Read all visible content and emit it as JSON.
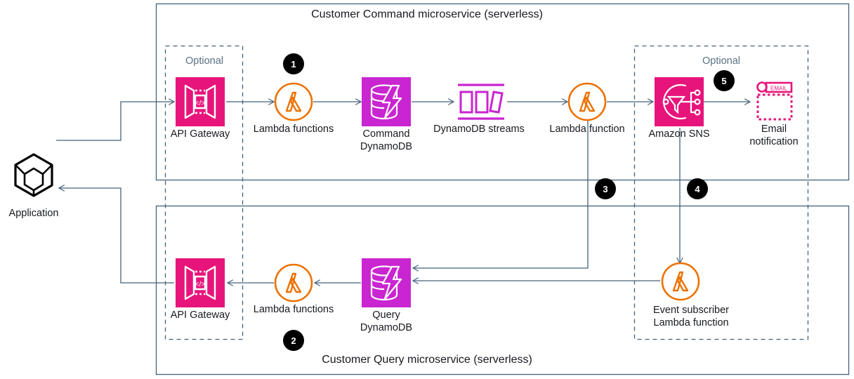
{
  "diagram": {
    "title_top": "Customer Command microservice (serverless)",
    "title_bottom": "Customer Query microservice (serverless)",
    "colors": {
      "api_gateway": "#E7157B",
      "dynamodb": "#C925D1",
      "lambda": "#ED7100",
      "sns": "#E7157B",
      "email": "#E7157B",
      "container_border": "#44617B",
      "dashed_border": "#44617B",
      "optional_text": "#5A7184",
      "arrow": "#44617B",
      "badge_bg": "#000000",
      "badge_text": "#FFFFFF",
      "app_icon": "#000000"
    }
  },
  "optional_labels": {
    "left_top": "Optional",
    "right_top": "Optional"
  },
  "nodes": {
    "application": {
      "label": "Application",
      "icon": "cube-icon"
    },
    "cmd_api_gateway": {
      "label": "API Gateway",
      "icon": "api-gateway-icon"
    },
    "cmd_lambda_functions": {
      "label": "Lambda  functions",
      "icon": "lambda-icon"
    },
    "command_dynamodb": {
      "label": "Command\nDynamoDB",
      "icon": "dynamodb-icon"
    },
    "dynamodb_streams": {
      "label": "DynamoDB  streams",
      "icon": "dynamodb-streams-icon"
    },
    "stream_lambda_function": {
      "label": "Lambda  function",
      "icon": "lambda-icon"
    },
    "amazon_sns": {
      "label": "Amazon  SNS",
      "icon": "sns-icon"
    },
    "email_notification": {
      "label": "Email\nnotification",
      "icon": "email-notification-icon"
    },
    "query_api_gateway": {
      "label": "API Gateway",
      "icon": "api-gateway-icon"
    },
    "query_lambda_functions": {
      "label": "Lambda  functions",
      "icon": "lambda-icon"
    },
    "query_dynamodb": {
      "label": "Query\nDynamoDB",
      "icon": "dynamodb-icon"
    },
    "event_subscriber_lambda": {
      "label": "Event subscriber\nLambda  function",
      "icon": "lambda-icon"
    }
  },
  "step_badges": [
    {
      "id": "badge-1",
      "number": "1"
    },
    {
      "id": "badge-2",
      "number": "2"
    },
    {
      "id": "badge-3",
      "number": "3"
    },
    {
      "id": "badge-4",
      "number": "4"
    },
    {
      "id": "badge-5",
      "number": "5"
    }
  ]
}
